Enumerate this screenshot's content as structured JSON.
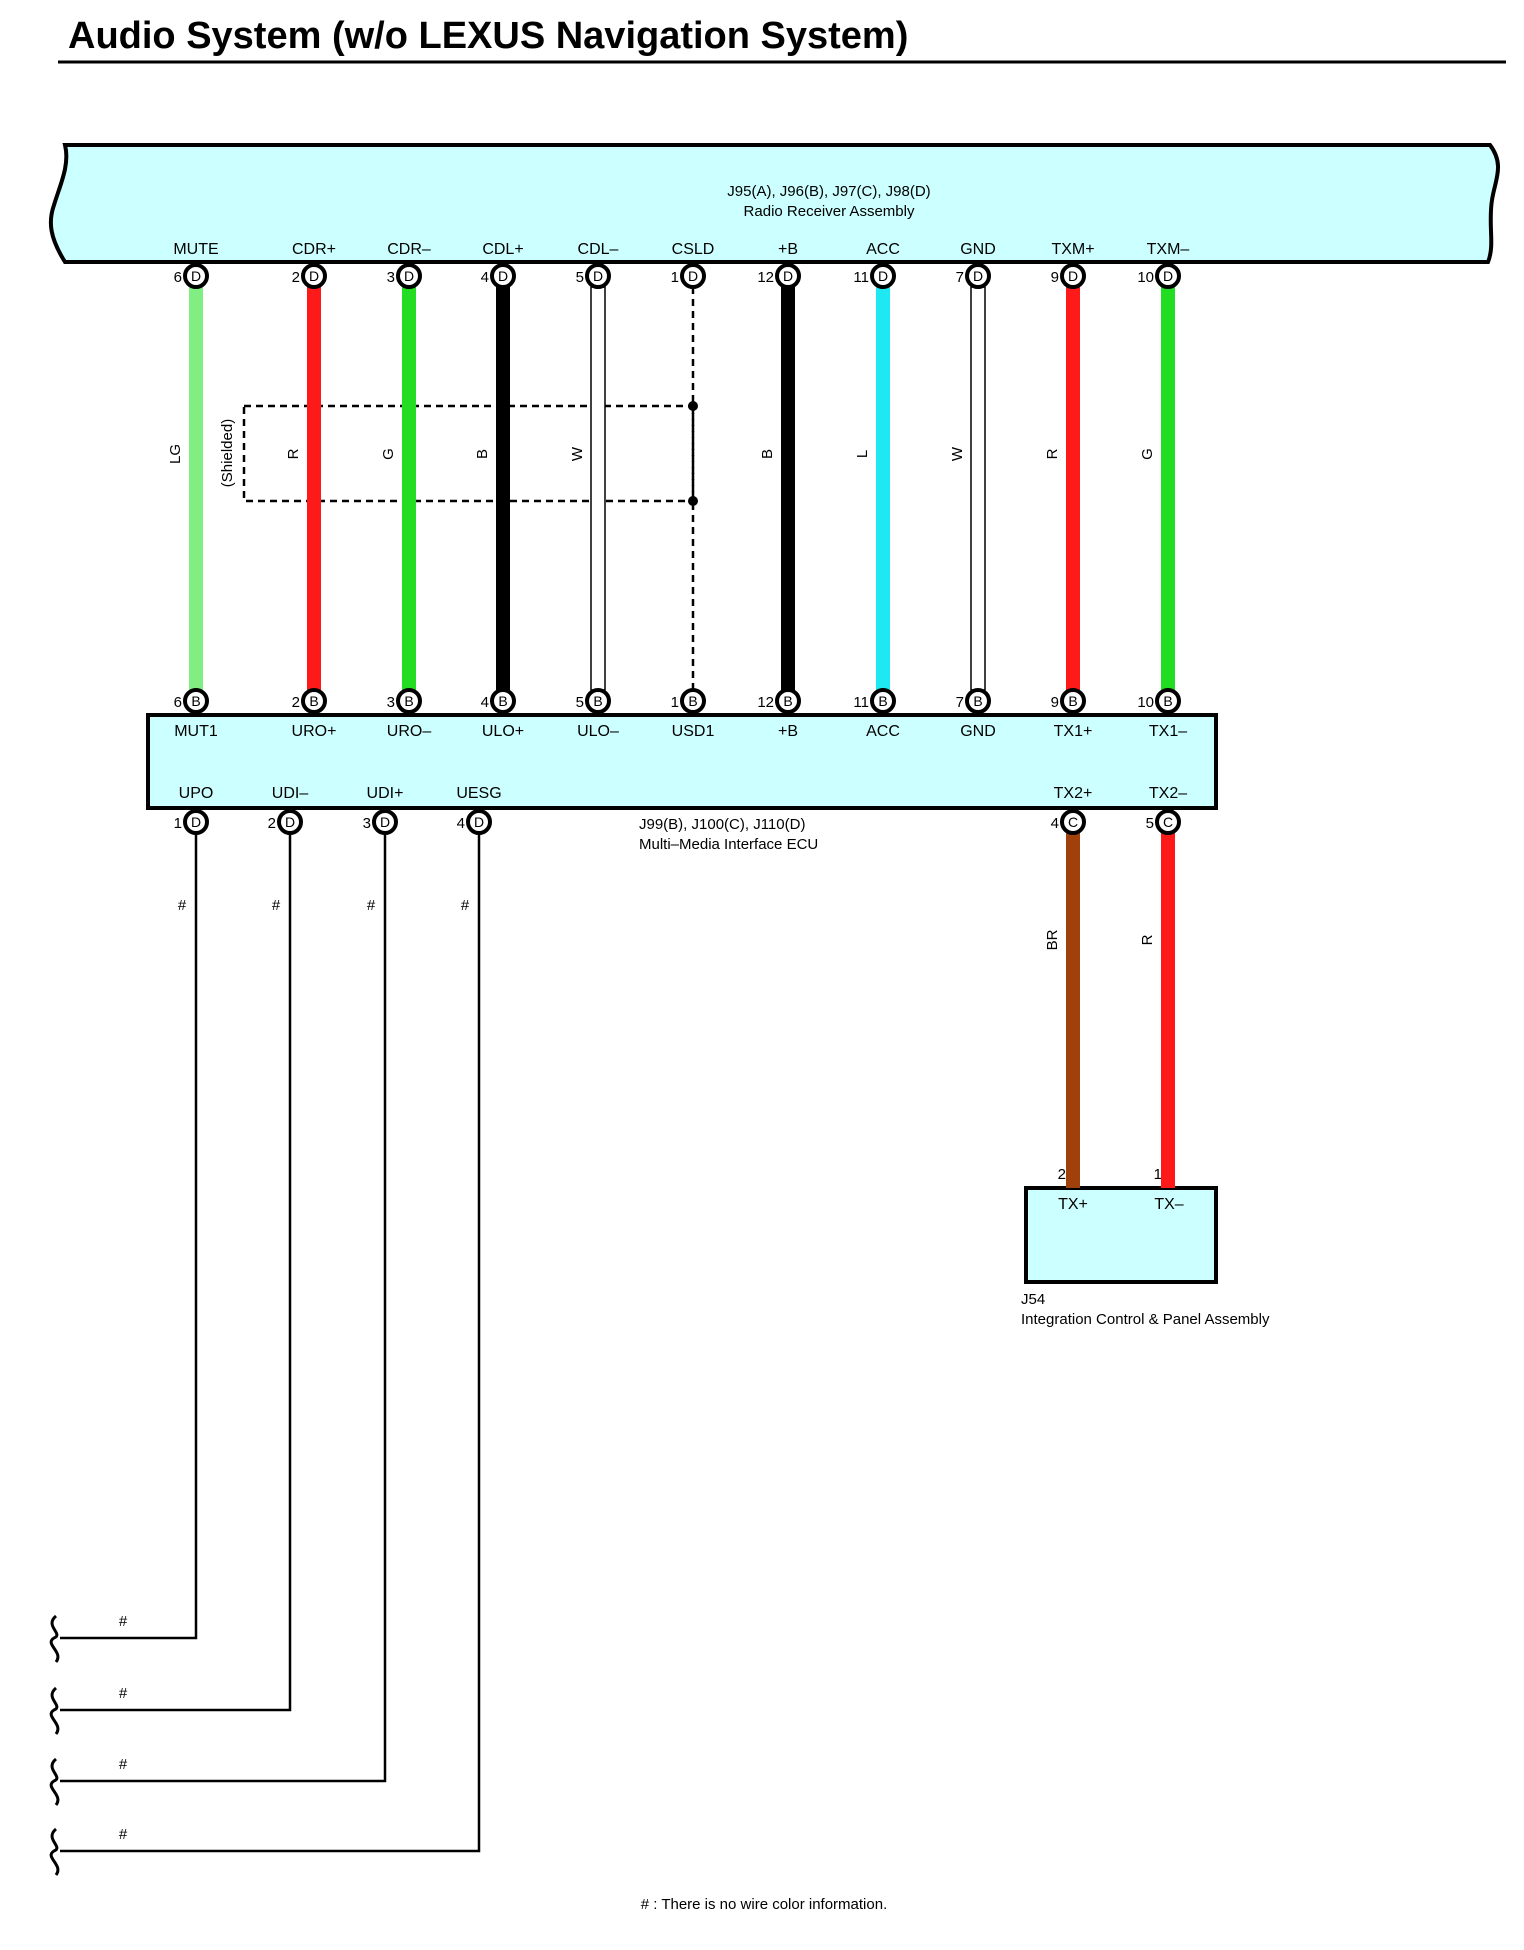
{
  "title": "Audio System (w/o LEXUS Navigation System)",
  "radio": {
    "connectors": "J95(A), J96(B), J97(C), J98(D)",
    "name": "Radio Receiver Assembly"
  },
  "ecu": {
    "connectors": "J99(B), J100(C), J110(D)",
    "name": "Multi–Media Interface ECU"
  },
  "panel": {
    "connector": "J54",
    "name": "Integration Control & Panel Assembly",
    "pins": [
      {
        "label": "TX+",
        "pin": "2"
      },
      {
        "label": "TX–",
        "pin": "1"
      }
    ]
  },
  "shielded_label": "(Shielded)",
  "footnote": "# : There is no wire color information.",
  "hash": "#",
  "colors": {
    "LG": "#80ee80",
    "R": "#ff1a1a",
    "G": "#22dd22",
    "B": "#000000",
    "W": "#ffffff",
    "L": "#1ee8f2",
    "BR": "#a0400a",
    "box_fill": "#ccffff"
  },
  "wires": [
    {
      "top_label": "MUTE",
      "top_pin": "6",
      "top_conn": "D",
      "color": "LG",
      "bottom_pin": "6",
      "bottom_conn": "B",
      "bottom_label": "MUT1"
    },
    {
      "top_label": "CDR+",
      "top_pin": "2",
      "top_conn": "D",
      "color": "R",
      "bottom_pin": "2",
      "bottom_conn": "B",
      "bottom_label": "URO+"
    },
    {
      "top_label": "CDR–",
      "top_pin": "3",
      "top_conn": "D",
      "color": "G",
      "bottom_pin": "3",
      "bottom_conn": "B",
      "bottom_label": "URO–"
    },
    {
      "top_label": "CDL+",
      "top_pin": "4",
      "top_conn": "D",
      "color": "B",
      "bottom_pin": "4",
      "bottom_conn": "B",
      "bottom_label": "ULO+"
    },
    {
      "top_label": "CDL–",
      "top_pin": "5",
      "top_conn": "D",
      "color": "W",
      "bottom_pin": "5",
      "bottom_conn": "B",
      "bottom_label": "ULO–"
    },
    {
      "top_label": "CSLD",
      "top_pin": "1",
      "top_conn": "D",
      "color": "",
      "bottom_pin": "1",
      "bottom_conn": "B",
      "bottom_label": "USD1"
    },
    {
      "top_label": "+B",
      "top_pin": "12",
      "top_conn": "D",
      "color": "B",
      "bottom_pin": "12",
      "bottom_conn": "B",
      "bottom_label": "+B"
    },
    {
      "top_label": "ACC",
      "top_pin": "11",
      "top_conn": "D",
      "color": "L",
      "bottom_pin": "11",
      "bottom_conn": "B",
      "bottom_label": "ACC"
    },
    {
      "top_label": "GND",
      "top_pin": "7",
      "top_conn": "D",
      "color": "W",
      "bottom_pin": "7",
      "bottom_conn": "B",
      "bottom_label": "GND"
    },
    {
      "top_label": "TXM+",
      "top_pin": "9",
      "top_conn": "D",
      "color": "R",
      "bottom_pin": "9",
      "bottom_conn": "B",
      "bottom_label": "TX1+"
    },
    {
      "top_label": "TXM–",
      "top_pin": "10",
      "top_conn": "D",
      "color": "G",
      "bottom_pin": "10",
      "bottom_conn": "B",
      "bottom_label": "TX1–"
    }
  ],
  "lower_left_pins": [
    {
      "label": "UPO",
      "pin": "1",
      "conn": "D"
    },
    {
      "label": "UDI–",
      "pin": "2",
      "conn": "D"
    },
    {
      "label": "UDI+",
      "pin": "3",
      "conn": "D"
    },
    {
      "label": "UESG",
      "pin": "4",
      "conn": "D"
    }
  ],
  "lower_right_pins": [
    {
      "label": "TX2+",
      "pin": "4",
      "conn": "C",
      "color": "BR"
    },
    {
      "label": "TX2–",
      "pin": "5",
      "conn": "C",
      "color": "R"
    }
  ]
}
